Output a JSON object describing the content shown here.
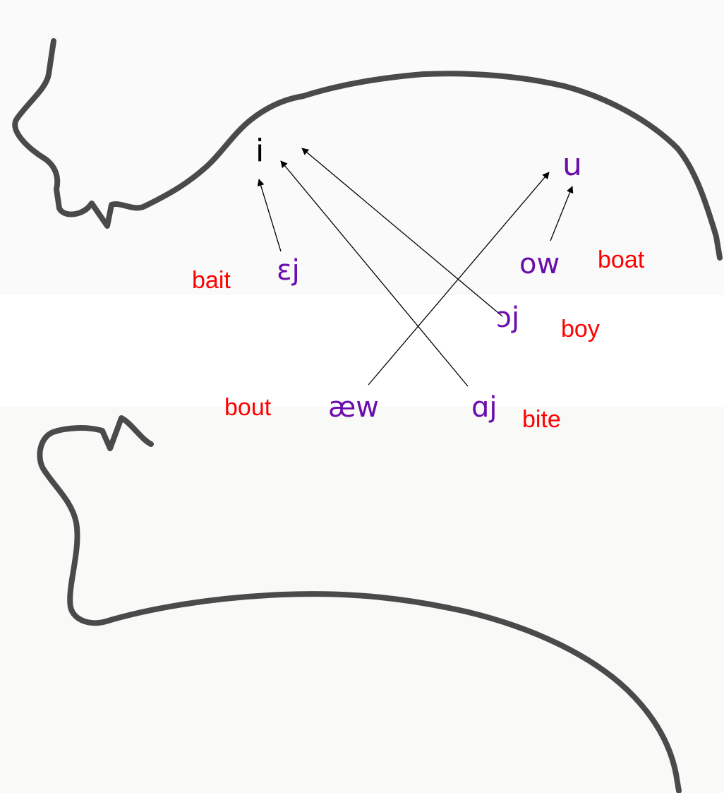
{
  "colors": {
    "vowel_target": "#000000",
    "vowel_purple": "#6a0dad",
    "keyword_red": "#ff0000",
    "contour": "#4a4a4a",
    "arrow": "#000000"
  },
  "vowels": {
    "i": "i",
    "u": "u",
    "ej": "ɛj",
    "ow": "ow",
    "oj": "ɔj",
    "aew": "æw",
    "aj": "ɑj"
  },
  "keywords": {
    "bait": "bait",
    "boat": "boat",
    "boy": "boy",
    "bout": "bout",
    "bite": "bite"
  },
  "arrows": [
    {
      "from": "ɛj",
      "to": "i"
    },
    {
      "from": "ɑj",
      "to": "i"
    },
    {
      "from": "ɔj",
      "to": "i"
    },
    {
      "from": "æw",
      "to": "u"
    },
    {
      "from": "ow",
      "to": "u"
    }
  ]
}
